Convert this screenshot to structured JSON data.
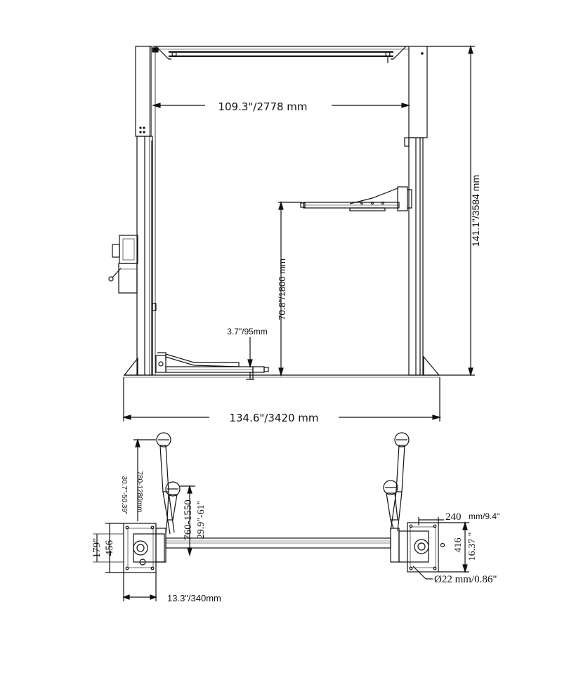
{
  "diagram": {
    "front_view": {
      "inner_width": "109.3\"/2778 mm",
      "total_height": "141.1\"/3584 mm",
      "arm_height": "70.8\"/1800 mm",
      "min_pad_height": "3.7\"/95mm",
      "overall_width": "134.6\"/3420 mm"
    },
    "top_view": {
      "arm_reach": "780-1280mm",
      "arm_reach_inch": "30.7\"-50.39\"",
      "short_arm_range": "760-1550",
      "short_arm_range_inch": "29.9\"-61\"",
      "base_height_left_a": "179\"",
      "base_height_left_b": "456",
      "base_width": "13.3\"/340mm",
      "anchor_offset": "240",
      "anchor_offset_inch": "mm/9.4\"",
      "base_depth": "416",
      "base_depth_inch": "16.37 \"",
      "anchor_bolt": "Ø22 mm/0.86\""
    }
  }
}
